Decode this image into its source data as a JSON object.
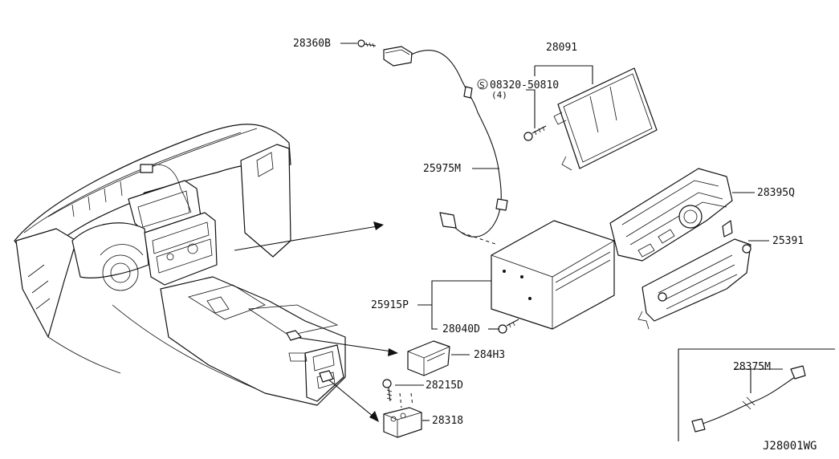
{
  "diagram_code": "J28001WG",
  "labels": {
    "p28360B": "28360B",
    "p28091": "28091",
    "screw_code": "08320-50810",
    "screw_circle": "S",
    "screw_qty": "(4)",
    "p25975M": "25975M",
    "p28395Q": "28395Q",
    "p25391": "25391",
    "p25915P": "25915P",
    "p28040D": "28040D",
    "p284H3": "284H3",
    "p28215D": "28215D",
    "p28318": "28318",
    "p28375M": "28375M"
  }
}
